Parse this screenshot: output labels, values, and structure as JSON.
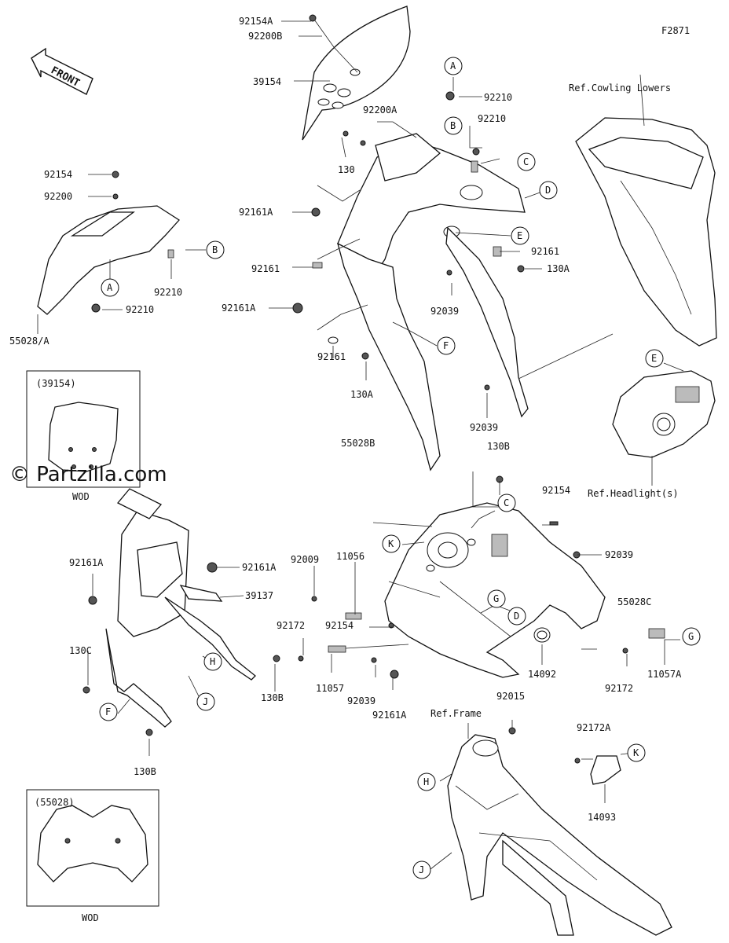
{
  "figure_id": "F2871",
  "front_label": "FRONT",
  "watermark": "© Partzilla.com",
  "parts": {
    "p92154A": "92154A",
    "p92200B": "92200B",
    "p39154": "39154",
    "p92200A": "92200A",
    "p130": "130",
    "p92210_a": "92210",
    "p92210_b": "92210",
    "p92161A_a": "92161A",
    "p92161_a": "92161",
    "p92161A_b": "92161A",
    "p92161_b": "92161",
    "p92161_c": "92161",
    "p130A_a": "130A",
    "p130A_b": "130A",
    "p92039_a": "92039",
    "p92039_b": "92039",
    "p55028B": "55028B",
    "p92154_left": "92154",
    "p92200_left": "92200",
    "p92210_left1": "92210",
    "p92210_left2": "92210",
    "p55028A": "55028/A",
    "p130B_a": "130B",
    "p92154_mid": "92154",
    "p92039_c": "92039",
    "p55028C": "55028C",
    "p92009": "92009",
    "p11056": "11056",
    "p92172_a": "92172",
    "p92154_b": "92154",
    "p11057": "11057",
    "p92039_d": "92039",
    "p92161A_c": "92161A",
    "p14092": "14092",
    "p92172_b": "92172",
    "p11057A": "11057A",
    "p92161A_d": "92161A",
    "p92161A_e": "92161A",
    "p39137": "39137",
    "p130C": "130C",
    "p130B_b": "130B",
    "p130B_c": "130B",
    "p92015": "92015",
    "p92172A": "92172A",
    "p14093": "14093"
  },
  "refs": {
    "cowling_lowers": "Ref.Cowling Lowers",
    "headlight": "Ref.Headlight(s)",
    "frame": "Ref.Frame"
  },
  "insets": [
    {
      "title": "(39154)",
      "note": "WOD"
    },
    {
      "title": "(55028)",
      "note": "WOD"
    }
  ],
  "callouts": [
    "A",
    "B",
    "C",
    "D",
    "E",
    "F",
    "A",
    "B",
    "C",
    "K",
    "G",
    "D",
    "G",
    "H",
    "F",
    "J",
    "H",
    "J",
    "K",
    "E"
  ]
}
